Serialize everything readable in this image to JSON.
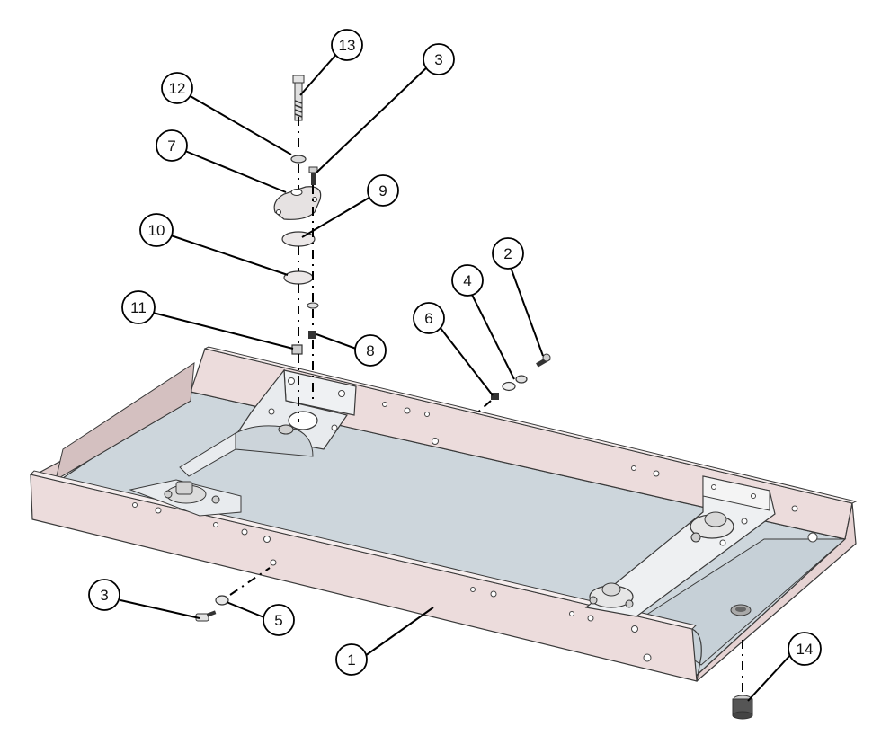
{
  "diagram": {
    "callouts": [
      {
        "id": "c1",
        "label": "1"
      },
      {
        "id": "c2",
        "label": "2"
      },
      {
        "id": "c3a",
        "label": "3"
      },
      {
        "id": "c3b",
        "label": "3"
      },
      {
        "id": "c4",
        "label": "4"
      },
      {
        "id": "c5",
        "label": "5"
      },
      {
        "id": "c6",
        "label": "6"
      },
      {
        "id": "c7",
        "label": "7"
      },
      {
        "id": "c8",
        "label": "8"
      },
      {
        "id": "c9",
        "label": "9"
      },
      {
        "id": "c10",
        "label": "10"
      },
      {
        "id": "c11",
        "label": "11"
      },
      {
        "id": "c12",
        "label": "12"
      },
      {
        "id": "c13",
        "label": "13"
      },
      {
        "id": "c14",
        "label": "14"
      }
    ],
    "colors": {
      "frame": "#ecdcdc",
      "frame_shadow": "#d9c5c5",
      "floor": "#cdd6dc",
      "bracket": "#e8ebee",
      "hardware": "#d8d8d8",
      "outline": "#3a3a3a"
    }
  }
}
